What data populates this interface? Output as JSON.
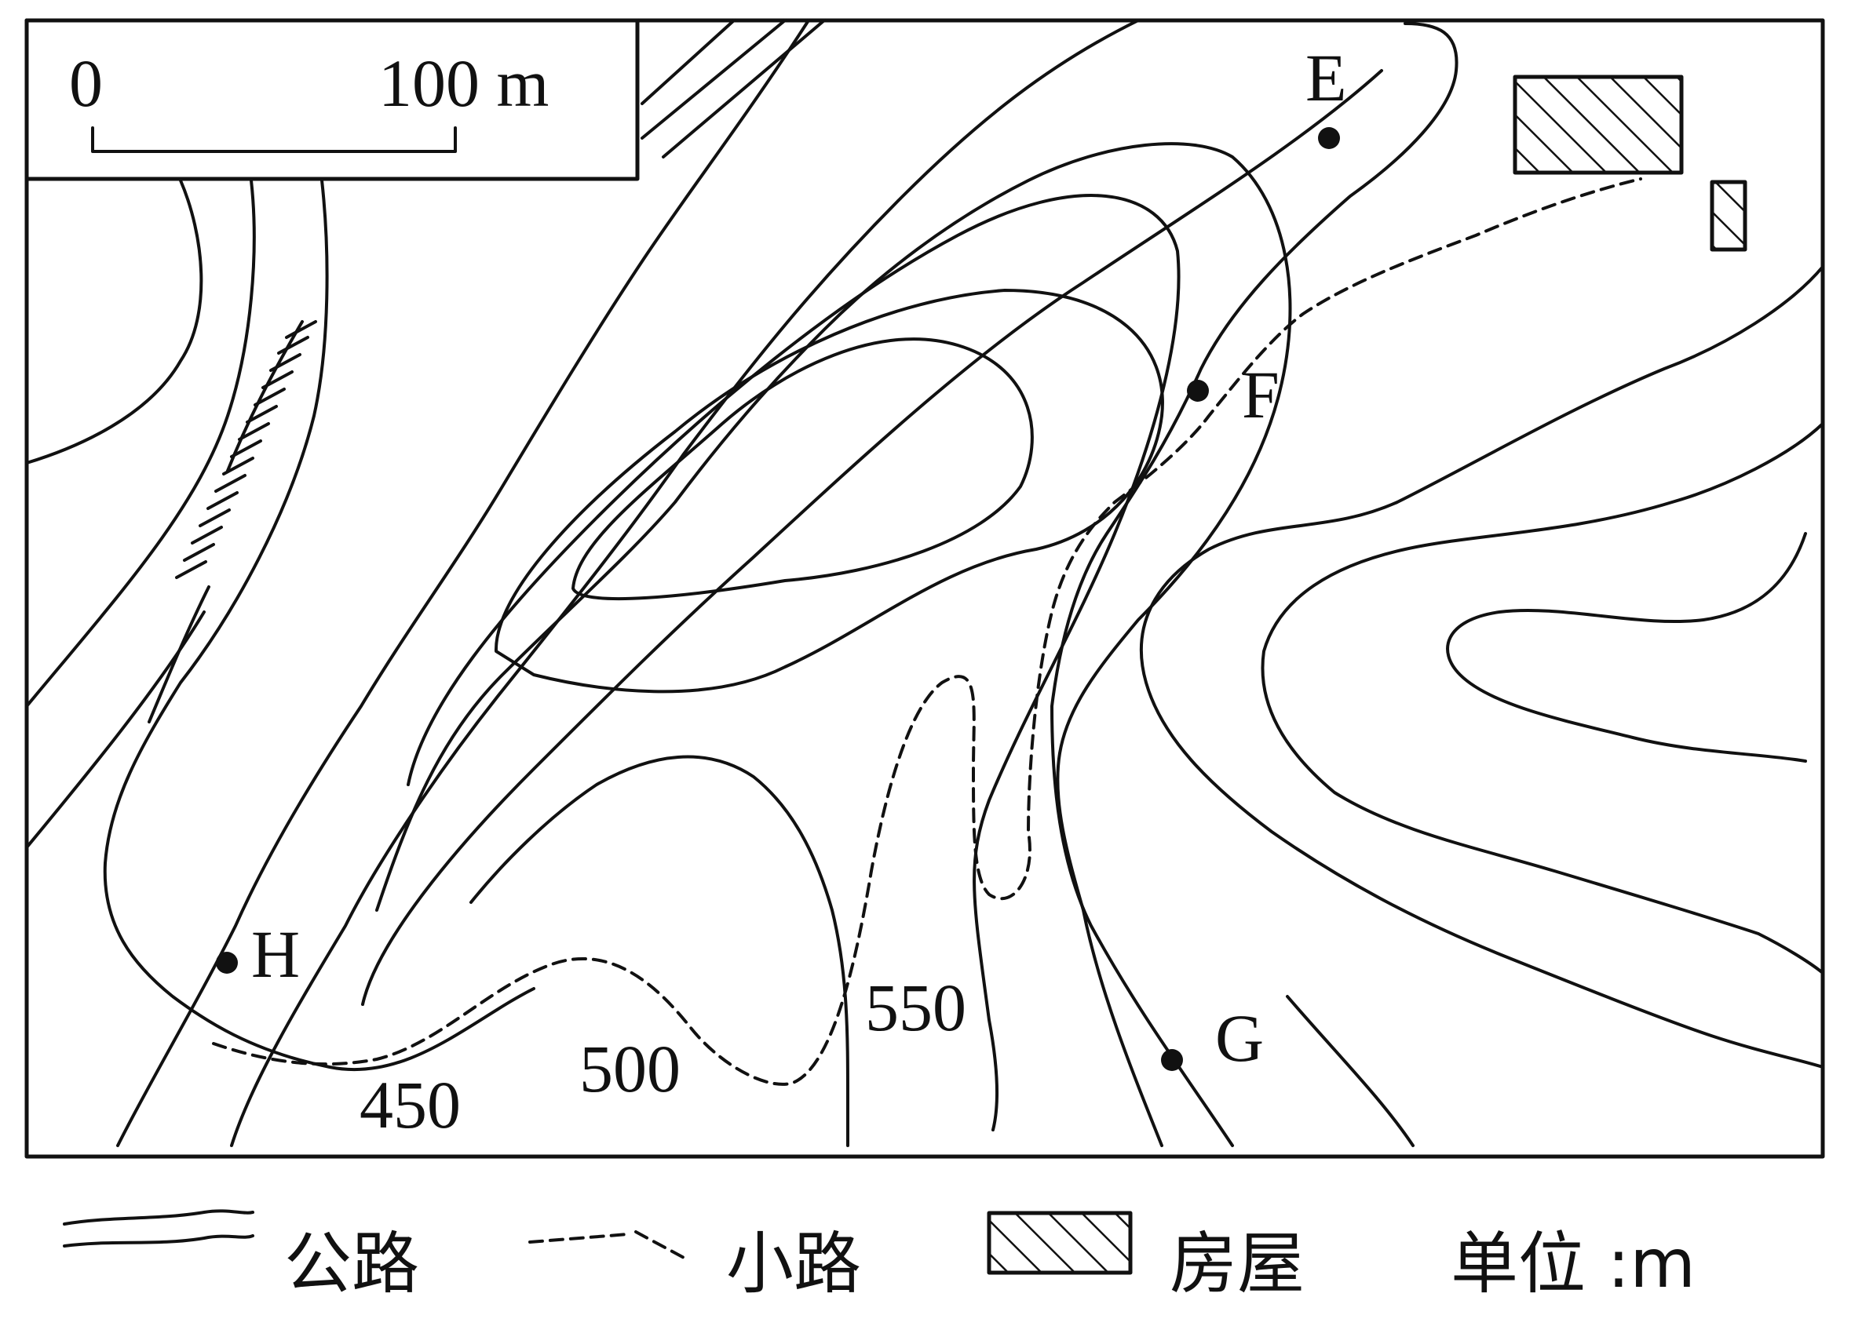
{
  "scale_bar": {
    "start_label": "0",
    "end_label": "100 m"
  },
  "points": [
    {
      "id": "E",
      "label": "E"
    },
    {
      "id": "F",
      "label": "F"
    },
    {
      "id": "G",
      "label": "G"
    },
    {
      "id": "H",
      "label": "H"
    }
  ],
  "contour_labels": [
    "450",
    "500",
    "550"
  ],
  "legend": {
    "road_label": "公路",
    "path_label": "小路",
    "house_label": "房屋",
    "unit_label": "单位 :m"
  },
  "colors": {
    "ink": "#111111",
    "paper": "#ffffff"
  }
}
